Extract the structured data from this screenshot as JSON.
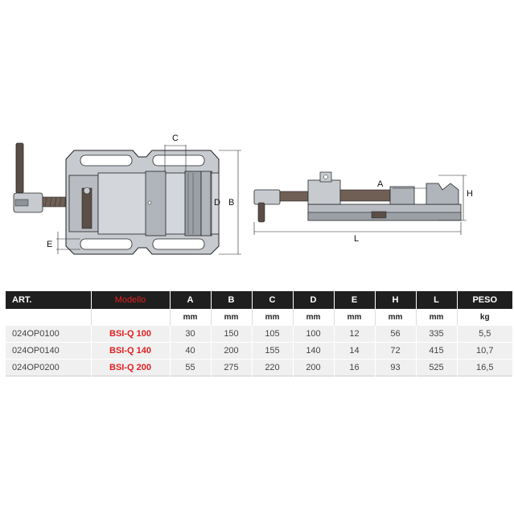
{
  "drawing": {
    "labels": {
      "a": "A",
      "b": "B",
      "c": "C",
      "d": "D",
      "e": "E",
      "h": "H",
      "l": "L"
    },
    "colors": {
      "metal": "#c7cbd0",
      "metal_dark": "#8d9299",
      "screw": "#6f5f55",
      "line": "#222222"
    }
  },
  "table": {
    "header": [
      "ART.",
      "Modello",
      "A",
      "B",
      "C",
      "D",
      "E",
      "H",
      "L",
      "PESO"
    ],
    "units": [
      "",
      "",
      "mm",
      "mm",
      "mm",
      "mm",
      "mm",
      "mm",
      "mm",
      "kg"
    ],
    "rows": [
      [
        "024OP0100",
        "BSI-Q 100",
        "30",
        "150",
        "105",
        "100",
        "12",
        "56",
        "335",
        "5,5"
      ],
      [
        "024OP0140",
        "BSI-Q 140",
        "40",
        "200",
        "155",
        "140",
        "14",
        "72",
        "415",
        "10,7"
      ],
      [
        "024OP0200",
        "BSI-Q 200",
        "55",
        "275",
        "220",
        "200",
        "16",
        "93",
        "525",
        "16,5"
      ]
    ],
    "colors": {
      "header_bg": "#1f1f1f",
      "header_text": "#ffffff",
      "model_text": "#e02020",
      "row_bg": "#f0f0f0"
    }
  }
}
